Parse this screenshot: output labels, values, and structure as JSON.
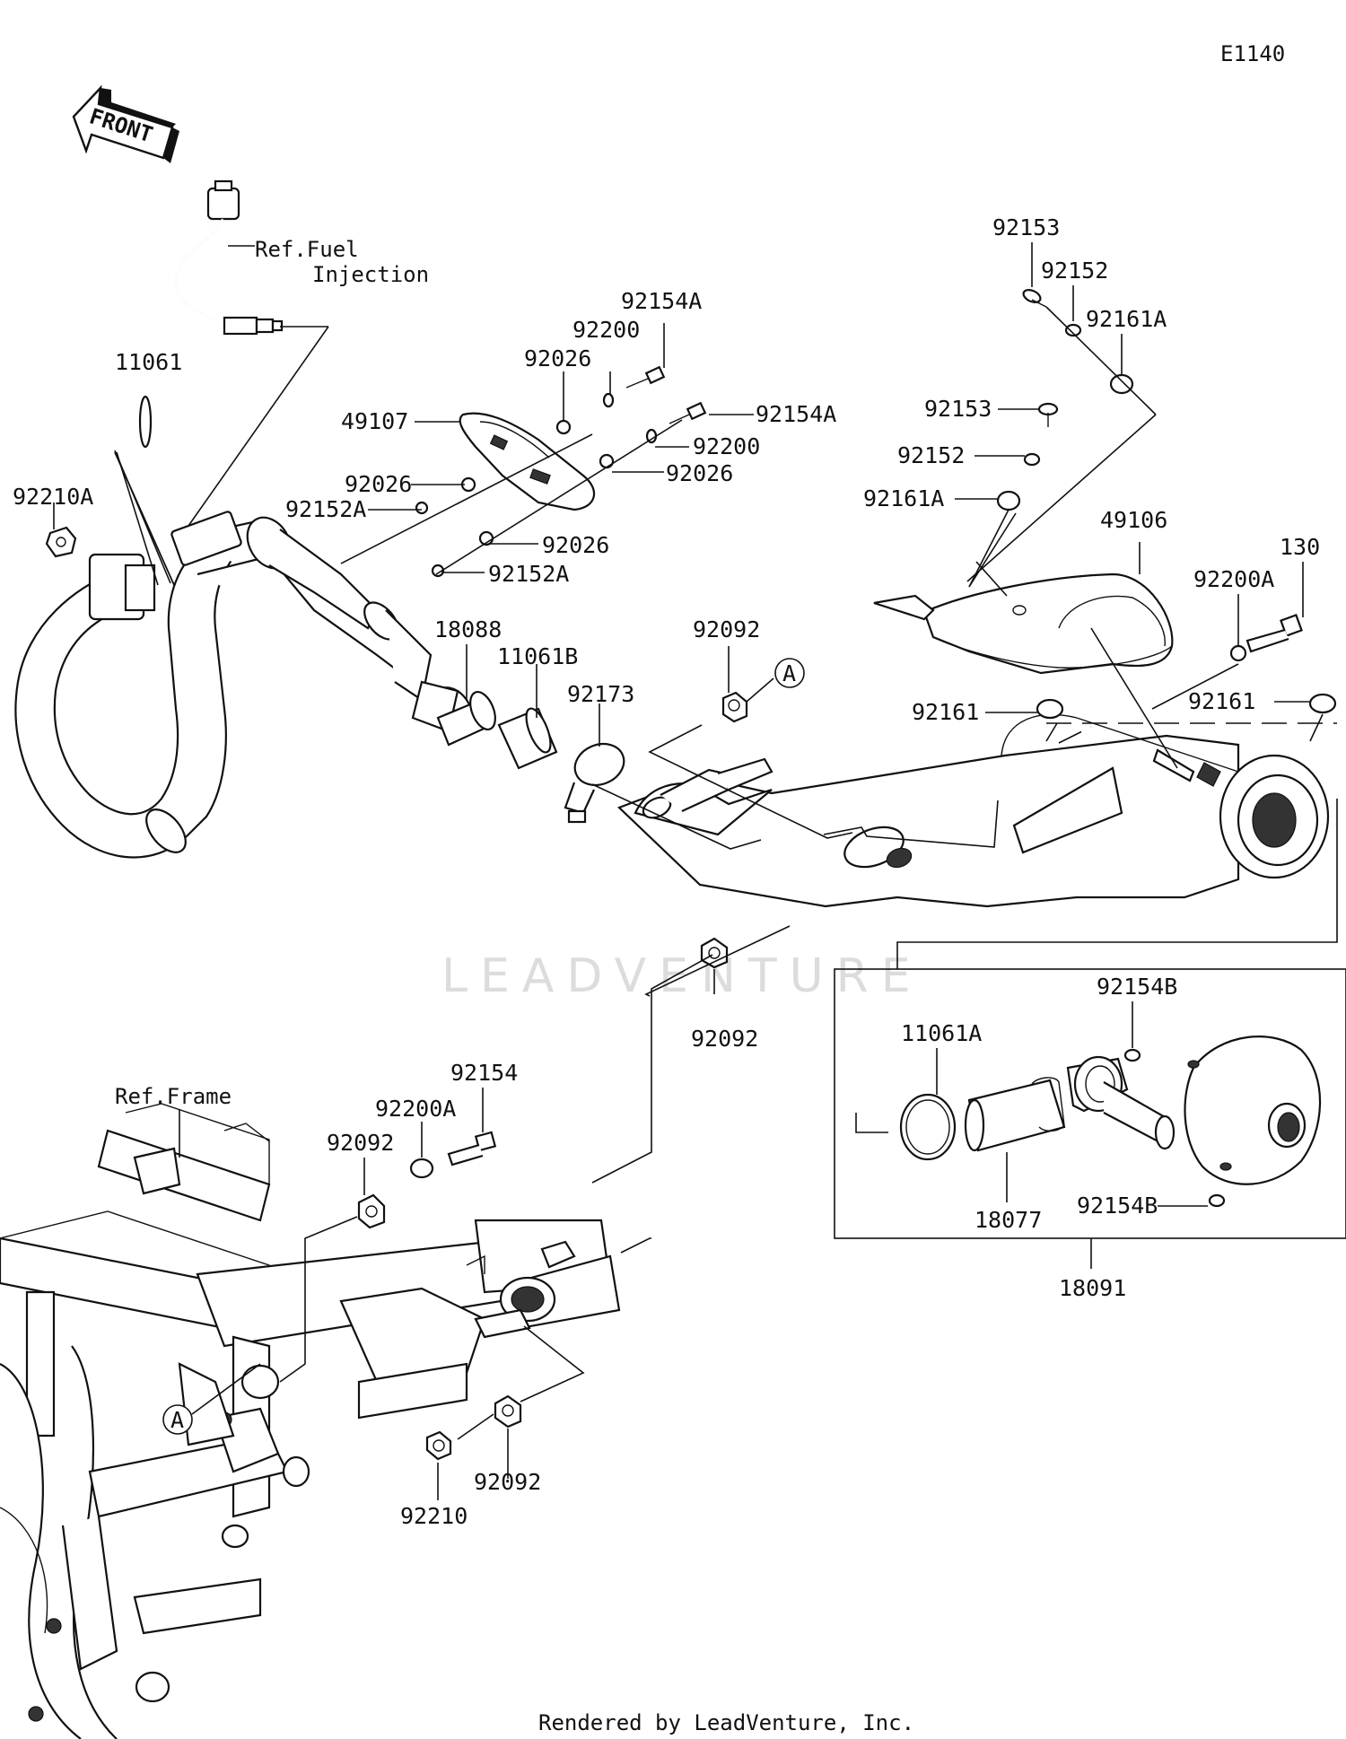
{
  "diagram_code": "E1140",
  "front_label": "FRONT",
  "refs": {
    "fuel_injection_1": "Ref.Fuel",
    "fuel_injection_2": "Injection",
    "frame": "Ref.Frame"
  },
  "callouts": {
    "point_a": "A"
  },
  "part_labels": [
    "92153",
    "92152",
    "92161A",
    "92153",
    "92152",
    "92161A",
    "49106",
    "130",
    "92200A",
    "92161",
    "92161",
    "11061",
    "92210A",
    "49107",
    "92154A",
    "92200",
    "92026",
    "92154A",
    "92200",
    "92026",
    "92026",
    "92152A",
    "92026",
    "92152A",
    "18088",
    "11061B",
    "92173",
    "92092",
    "92092",
    "11061A",
    "92154B",
    "18077",
    "92154B",
    "18091",
    "92154",
    "92200A",
    "92092",
    "92210",
    "92092"
  ],
  "watermark": "LEADVENTURE",
  "footer": "Rendered by LeadVenture, Inc."
}
